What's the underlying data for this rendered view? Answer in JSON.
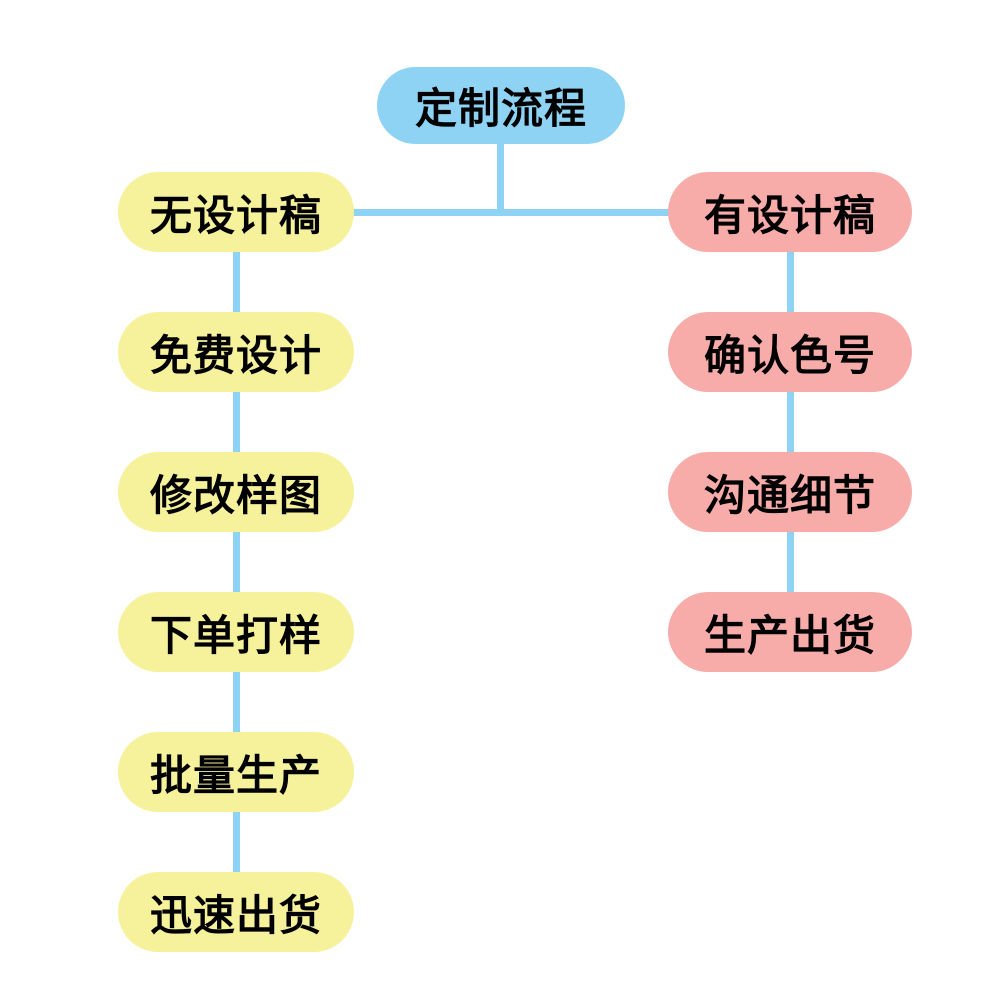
{
  "title": "定制流程",
  "branches": {
    "left": {
      "nodes": [
        "无设计稿",
        "免费设计",
        "修改样图",
        "下单打样",
        "批量生产",
        "迅速出货"
      ]
    },
    "right": {
      "nodes": [
        "有设计稿",
        "确认色号",
        "沟通细节",
        "生产出货"
      ]
    }
  },
  "colors": {
    "root-fill": "#8ED3F3",
    "left-fill": "#F6F19B",
    "right-fill": "#F7ACAA",
    "connector": "#8ED3F3",
    "text": "#000000",
    "background": "#FFFFFF"
  }
}
